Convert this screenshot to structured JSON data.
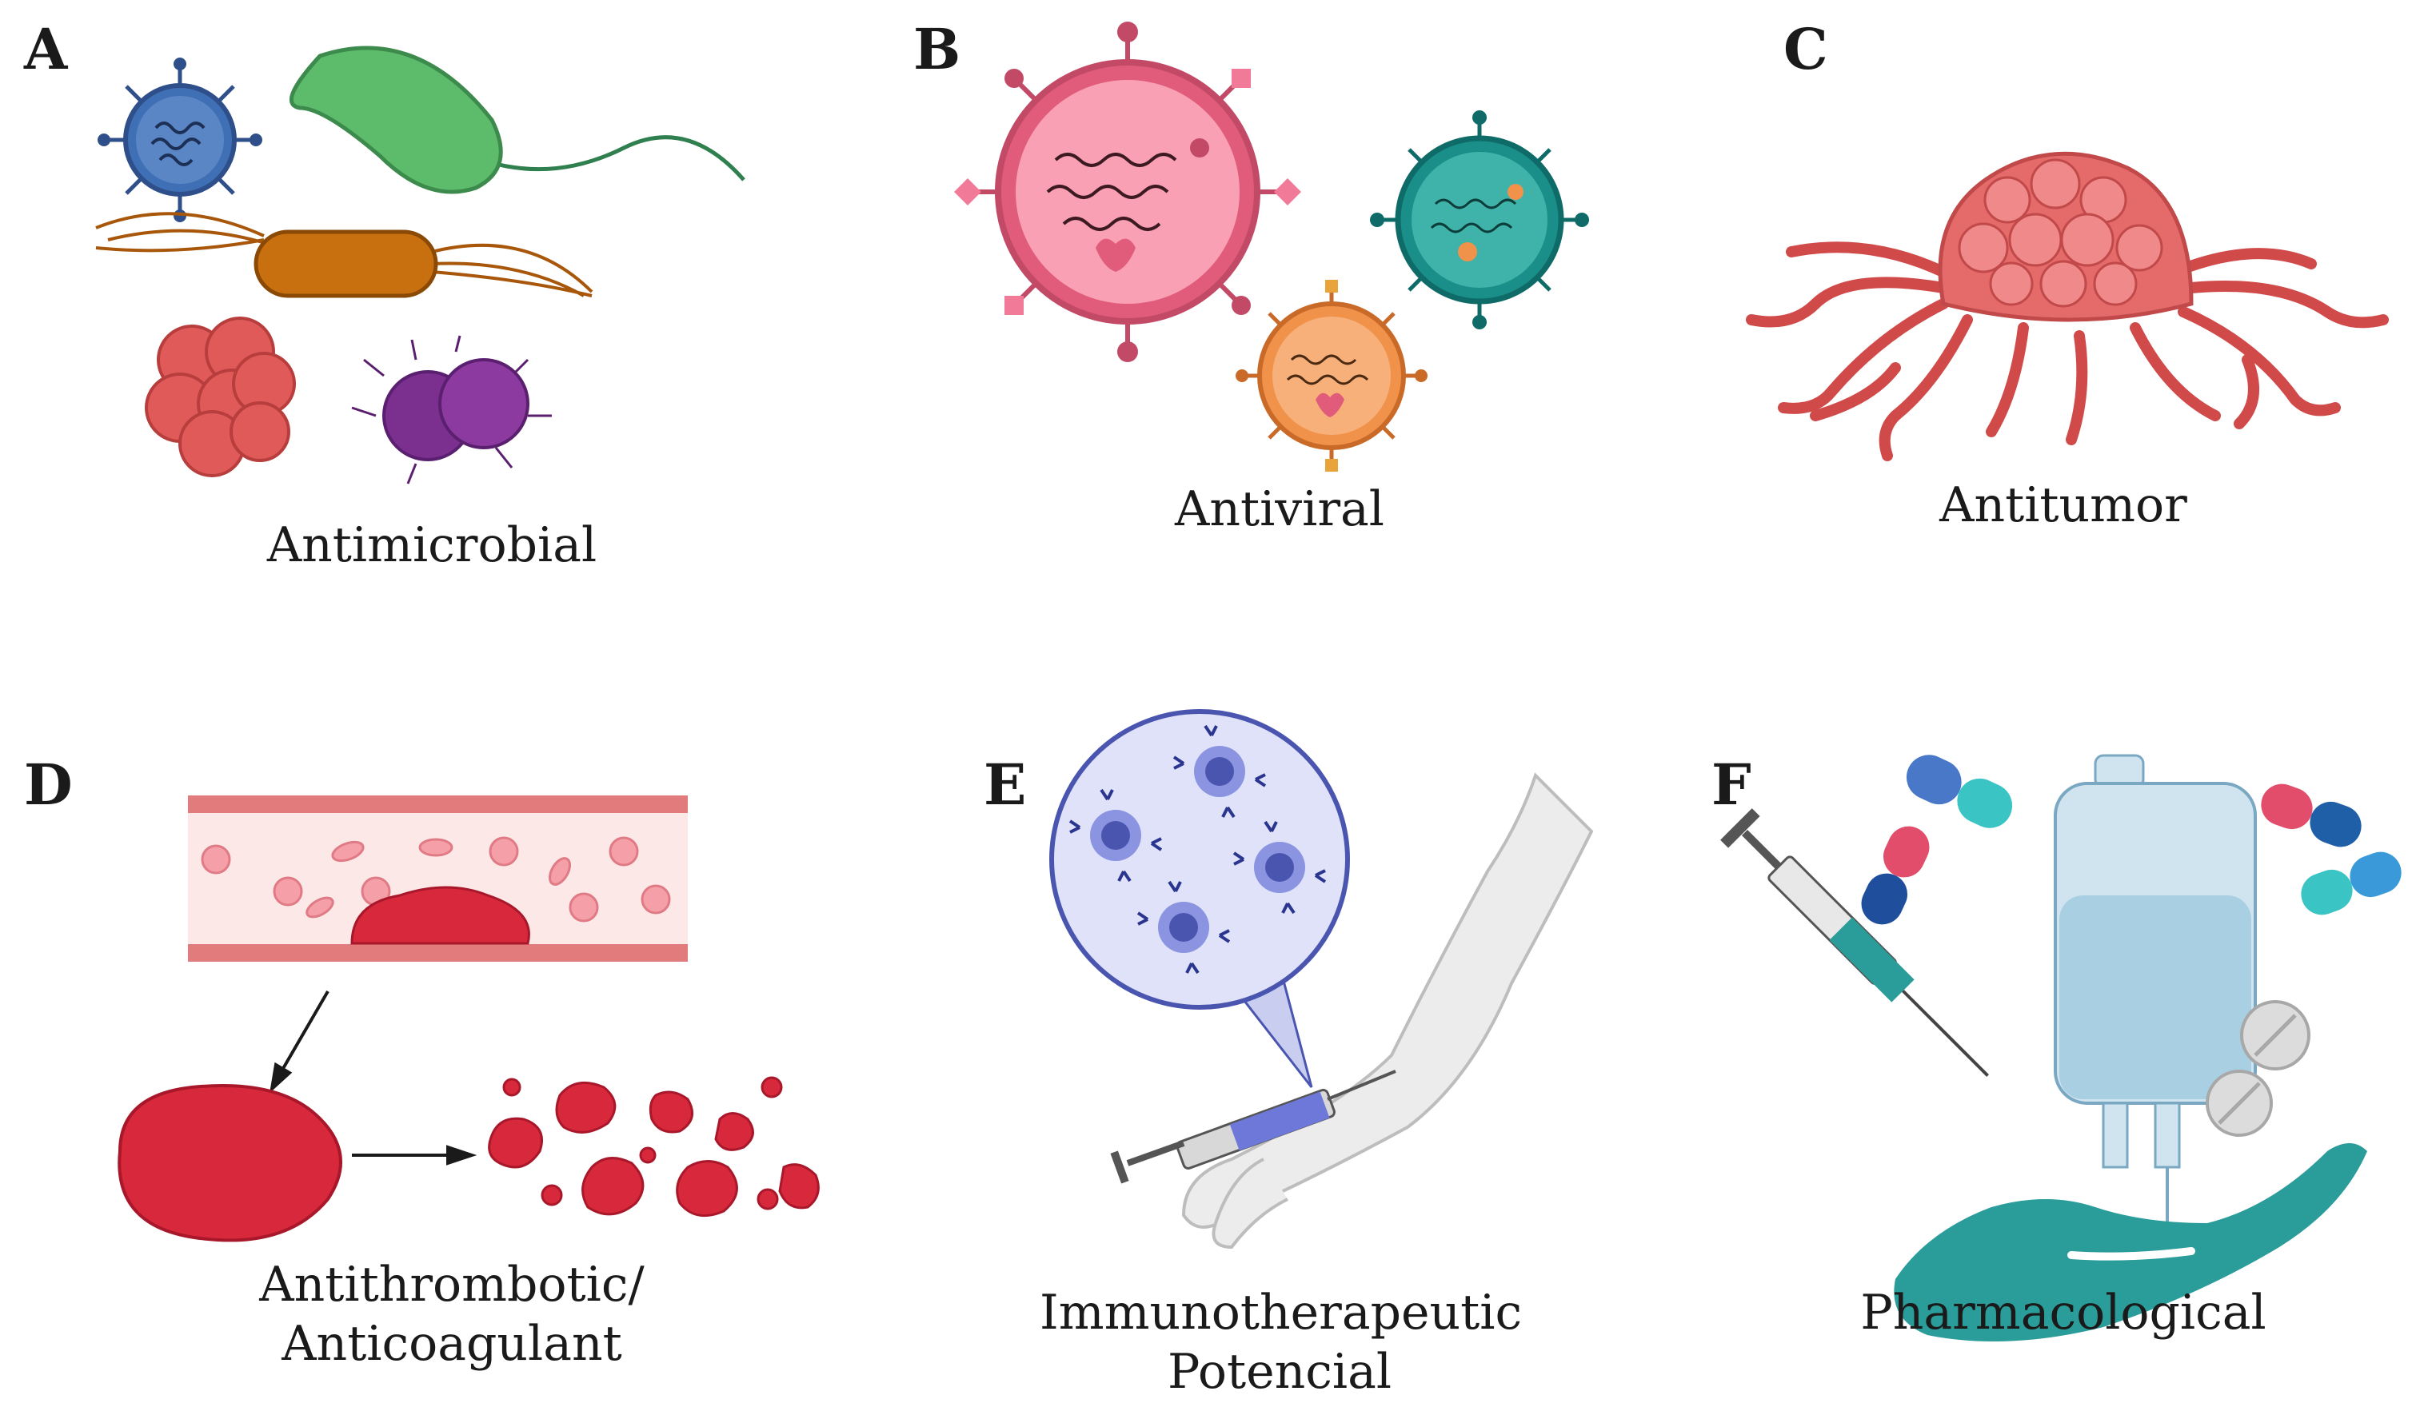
{
  "panels": [
    {
      "letter": "A",
      "caption": "Antimicrobial"
    },
    {
      "letter": "B",
      "caption": "Antiviral"
    },
    {
      "letter": "C",
      "caption": "Antitumor"
    },
    {
      "letter": "D",
      "caption_line1": "Antithrombotic/",
      "caption_line2": "Anticoagulant"
    },
    {
      "letter": "E",
      "caption_line1": "Immunotherapeutic",
      "caption_line2": "Potencial"
    },
    {
      "letter": "F",
      "caption": "Pharmacological"
    }
  ],
  "colors": {
    "virus_blue": "#3f6fb5",
    "bacillus_green": "#5dbb6c",
    "rod_orange": "#c8700f",
    "cocci_red": "#e05a5a",
    "diplococcus_purple": "#7b2f8f",
    "virus_pink": "#e05c7a",
    "virus_teal": "#1a8f8a",
    "virus_orange": "#f0924a",
    "tumor_red": "#e56a6a",
    "vessel_pink": "#f6c2c2",
    "clot_red": "#d8283c",
    "immune_blue": "#6d78d8",
    "skin_gray": "#ececec",
    "iv_blue": "#a9cfe3",
    "hand_teal": "#2a9d9a"
  }
}
